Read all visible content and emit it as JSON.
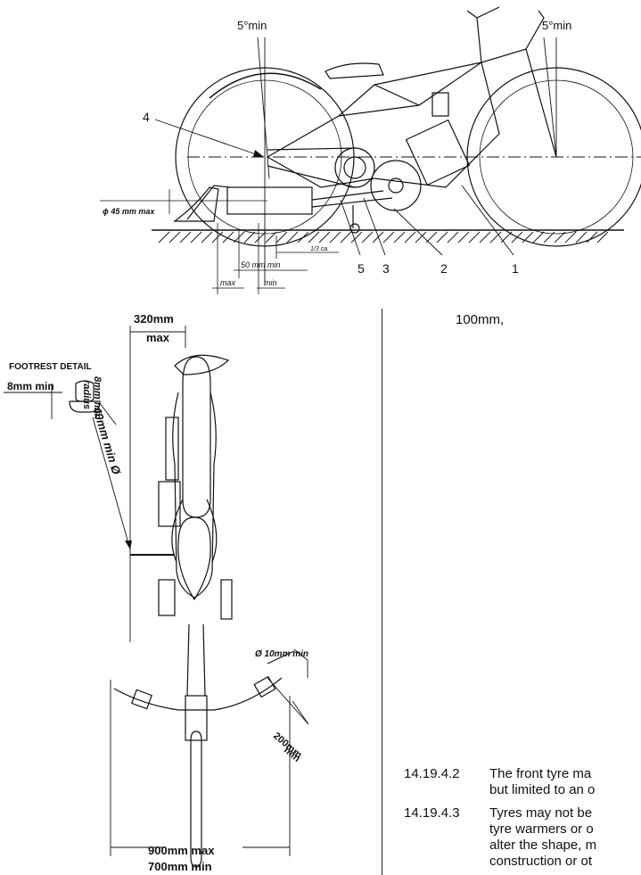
{
  "side_view": {
    "angle_left": "5°min",
    "angle_right": "5°min",
    "exhaust_dia": "ϕ 45 mm max",
    "dim_50": "50 mm min",
    "dim_third": "1/3 ca.",
    "dim_max": "max",
    "dim_min": "min",
    "callouts": [
      "1",
      "2",
      "3",
      "4",
      "5"
    ]
  },
  "top_view": {
    "footrest_detail": "FOOTREST DETAIL",
    "footrest_8mm": "8mm min",
    "radius_8mm_a": "8mm min",
    "radius_8mm_b": "radius",
    "footrest_40mm": "40mm min Ø",
    "rear_width_a": "320mm",
    "rear_width_b": "max",
    "lever_10mm": "Ø 10mm min",
    "lever_200mm_a": "200mm",
    "lever_200mm_b": "min",
    "bar_max": "900mm max",
    "bar_min": "700mm min"
  },
  "text": {
    "fragment": "100mm,",
    "clauses": [
      {
        "number": "14.19.4.2",
        "lines": [
          "The front tyre ma",
          "but limited to an o"
        ]
      },
      {
        "number": "14.19.4.3",
        "lines": [
          "Tyres may not be",
          "tyre warmers or o",
          "alter the shape, m",
          "construction or ot"
        ]
      }
    ]
  }
}
